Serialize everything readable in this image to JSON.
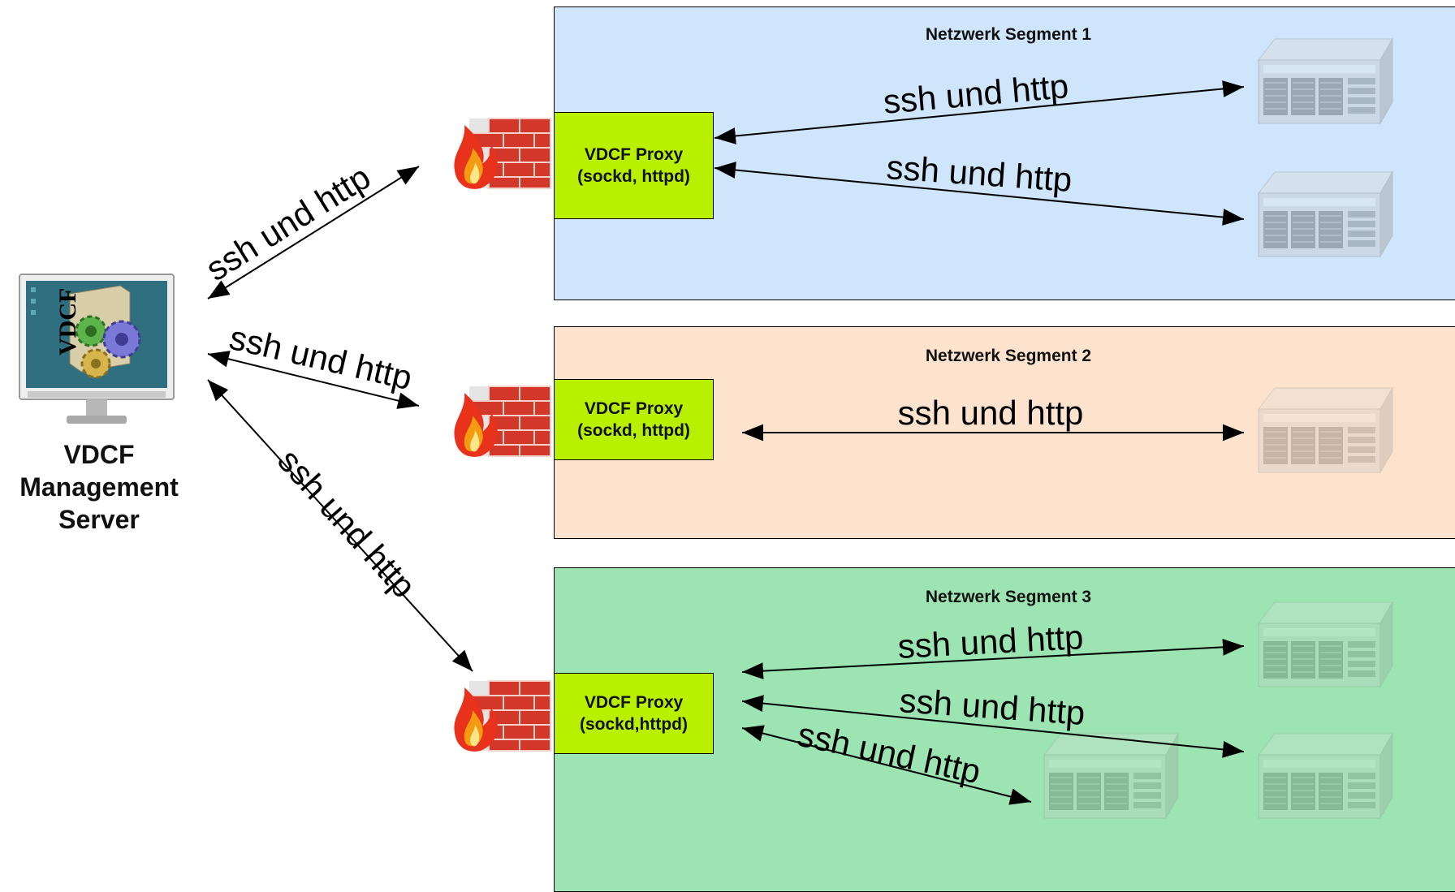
{
  "management_server": {
    "screen_text": "VDCF",
    "label_lines": [
      "VDCF",
      "Management",
      "Server"
    ]
  },
  "segments": [
    {
      "title": "Netzwerk Segment 1",
      "color": "#cfe5fb",
      "proxy_lines": [
        "VDCF Proxy",
        "(sockd, httpd)"
      ],
      "link_labels": [
        "ssh und http",
        "ssh und http"
      ],
      "server_count": 2
    },
    {
      "title": "Netzwerk Segment 2",
      "color": "#fde3cd",
      "proxy_lines": [
        "VDCF Proxy",
        "(sockd, httpd)"
      ],
      "link_labels": [
        "ssh und http"
      ],
      "server_count": 1
    },
    {
      "title": "Netzwerk Segment 3",
      "color": "#9ce5b3",
      "proxy_lines": [
        "VDCF Proxy",
        "(sockd,httpd)"
      ],
      "link_labels": [
        "ssh und http",
        "ssh und http",
        "ssh und http"
      ],
      "server_count": 3
    }
  ],
  "uplink_labels": [
    "ssh und http",
    "ssh und http",
    "ssh und http"
  ],
  "colors": {
    "proxy": "#b8f000",
    "firewall_brick": "#d2372a",
    "flame": "#f39c12"
  }
}
